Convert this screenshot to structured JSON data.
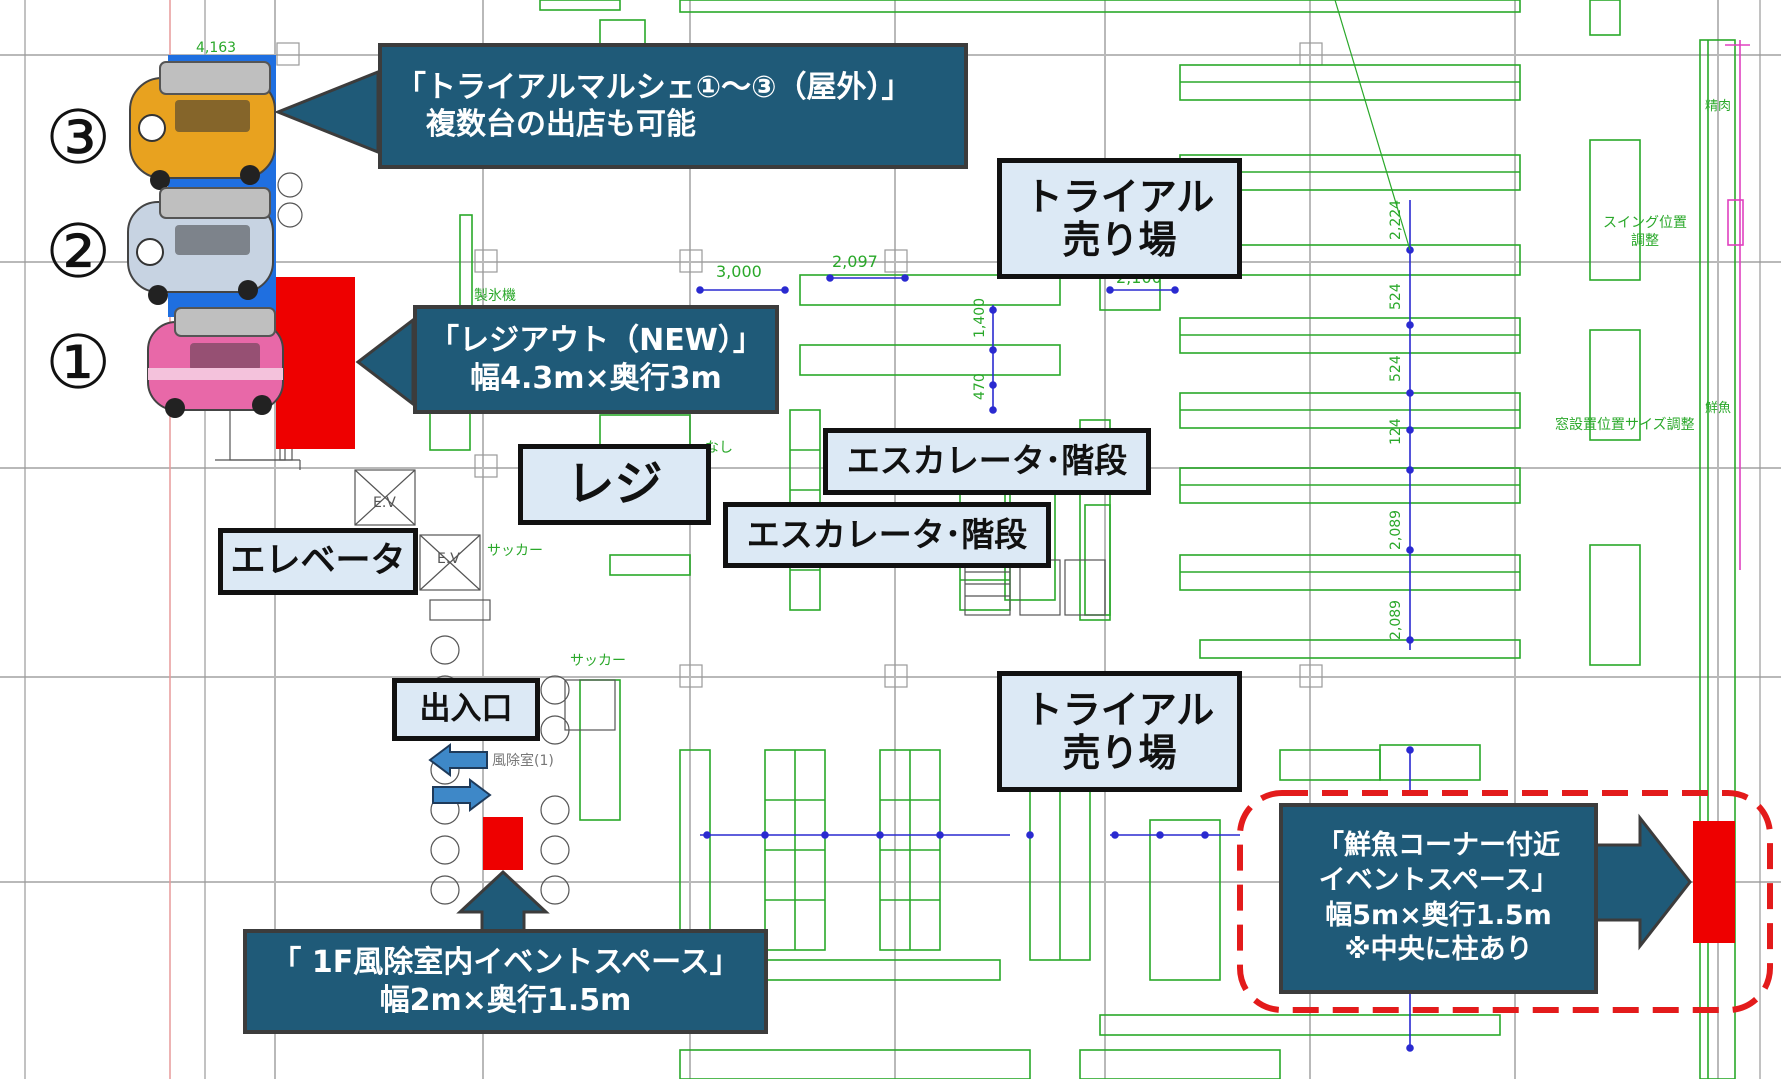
{
  "trucks": [
    {
      "number": "③",
      "body_color": "#e8a21f"
    },
    {
      "number": "②",
      "body_color": "#c7d3e2"
    },
    {
      "number": "①",
      "body_color": "#e868a8"
    }
  ],
  "callouts": {
    "marche": "「トライアルマルシェ①～③（屋外）」\n　複数台の出店も可能",
    "register_out": "「レジアウト（NEW）」\n幅4.3m×奥行3m",
    "entrance_space": "「 1F風除室内イベントスペース」\n幅2m×奥行1.5m",
    "fish_space": "「鮮魚コーナー付近\nイベントスペース」\n幅5m×奥行1.5m\n※中央に柱あり"
  },
  "labels": {
    "trial_top": "トライアル\n売り場",
    "trial_bottom": "トライアル\n売り場",
    "register": "レジ",
    "escalator_1": "エスカレータ･階段",
    "escalator_2": "エスカレータ･階段",
    "elevator": "エレベータ",
    "entrance": "出入口"
  },
  "floorplan_text": {
    "dim_3000": "3,000",
    "dim_2097": "2,097",
    "dim_2100": "2,100",
    "dim_163": "4,163",
    "dim_1400": "1,400",
    "dim_470": "470",
    "dim_2224": "2,224",
    "dim_524a": "524",
    "dim_524b": "524",
    "dim_124": "124",
    "dim_2089a": "2,089",
    "dim_2089b": "2,089",
    "ice_machine": "製氷機",
    "sacker_1": "サッカー",
    "sacker_2": "サッカー",
    "windbreak": "風除室(1)",
    "none_note": "なし",
    "swing_adjust": "スイング位置\n調整",
    "window_adjust": "窓設置位置サイズ調整",
    "ev_1": "E.V",
    "ev_2": "E.V",
    "fresh_fish": "鮮魚",
    "meat": "精肉"
  },
  "colors": {
    "callout_fill": "#1f5a78",
    "label_fill": "#dce9f5",
    "event_space": "#ee0000",
    "dashed_outline": "#e31b1b",
    "floor_lines": "#2aa82a",
    "marche_area": "#1f6fe0",
    "entrance_arrows": "#3e88c8"
  }
}
